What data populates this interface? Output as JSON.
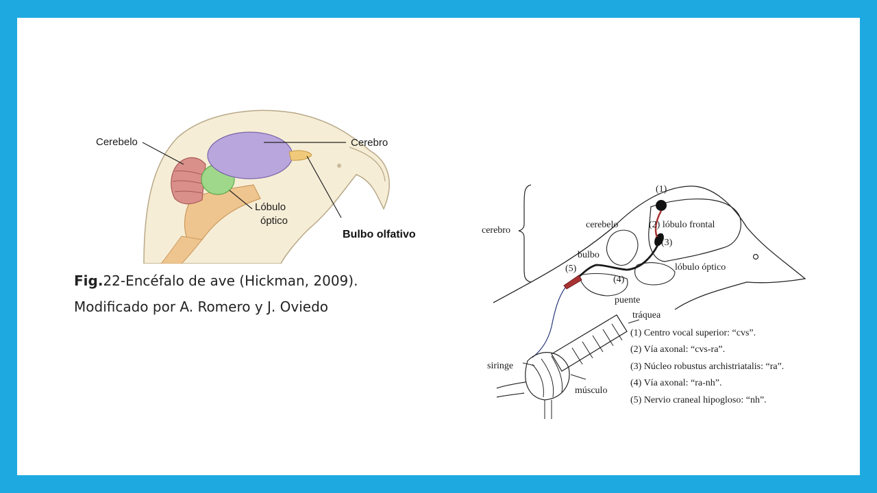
{
  "left_figure": {
    "labels": {
      "cerebelo": "Cerebelo",
      "cerebro": "Cerebro",
      "lobulo_line1": "Lóbulo",
      "lobulo_line2": "óptico",
      "bulbo": "Bulbo olfativo"
    },
    "caption": {
      "fig_prefix": "Fig.",
      "fig_number": "22",
      "line1_rest": "-Encéfalo de ave (Hickman, 2009).",
      "line2": "Modificado por A. Romero y J. Oviedo"
    }
  },
  "right_figure": {
    "labels": {
      "n1": "(1)",
      "cerebro": "cerebro",
      "cerebelo": "cerebelo",
      "lobulo_frontal": "(2) lóbulo frontal",
      "n3": "(3)",
      "bulbo": "bulbo",
      "n5": "(5)",
      "n4": "(4)",
      "lobulo_optico": "lóbulo óptico",
      "puente": "puente",
      "traquea": "tráquea",
      "siringe": "siringe",
      "musculo": "músculo"
    },
    "legend": [
      "(1) Centro vocal superior: “cvs”.",
      "(2) Vía axonal: “cvs-ra”.",
      "(3) Núcleo robustus archistriatalis: “ra”.",
      "(4) Vía axonal: “ra-nh”.",
      "(5) Nervio craneal hipogloso: “nh”."
    ]
  },
  "colors": {
    "frame": "#1ea9e1",
    "cerebro": "#b9a6dc",
    "cerebelo": "#d98f8a",
    "lobulo_optico": "#9fd88a",
    "bulbo": "#f0c97a",
    "head": "#f6edd6",
    "pathway": "#a83232"
  }
}
